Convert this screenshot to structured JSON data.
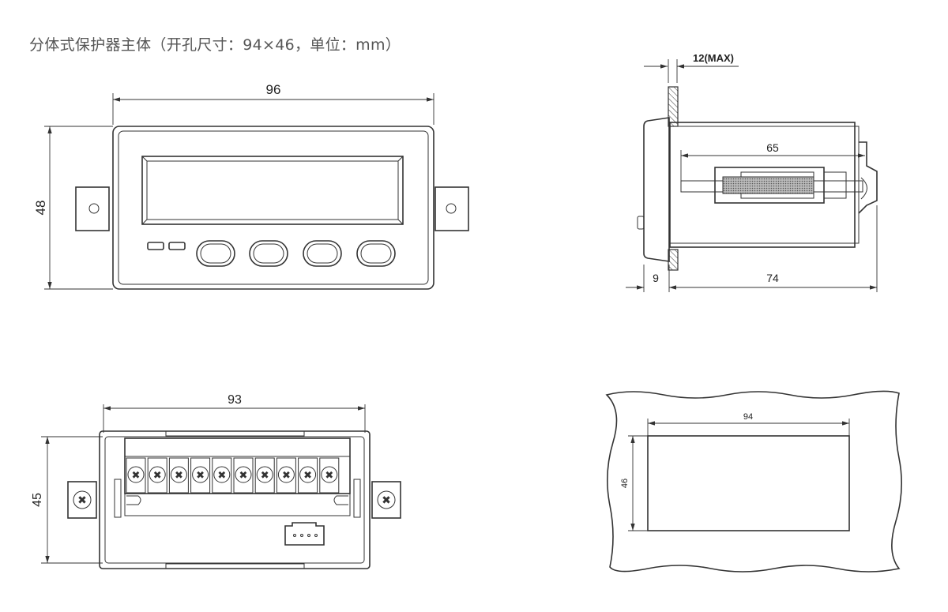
{
  "title": "分体式保护器主体（开孔尺寸：94×46，单位：mm）",
  "front_view": {
    "width_dim": "96",
    "height_dim": "48",
    "button_count": 4
  },
  "side_view": {
    "panel_dim": "12(MAX)",
    "inner_dim": "65",
    "front_dim": "9",
    "depth_dim": "74"
  },
  "back_view": {
    "width_dim": "93",
    "height_dim": "45",
    "terminal_count": 10
  },
  "cutout_view": {
    "width_dim": "94",
    "height_dim": "46"
  }
}
